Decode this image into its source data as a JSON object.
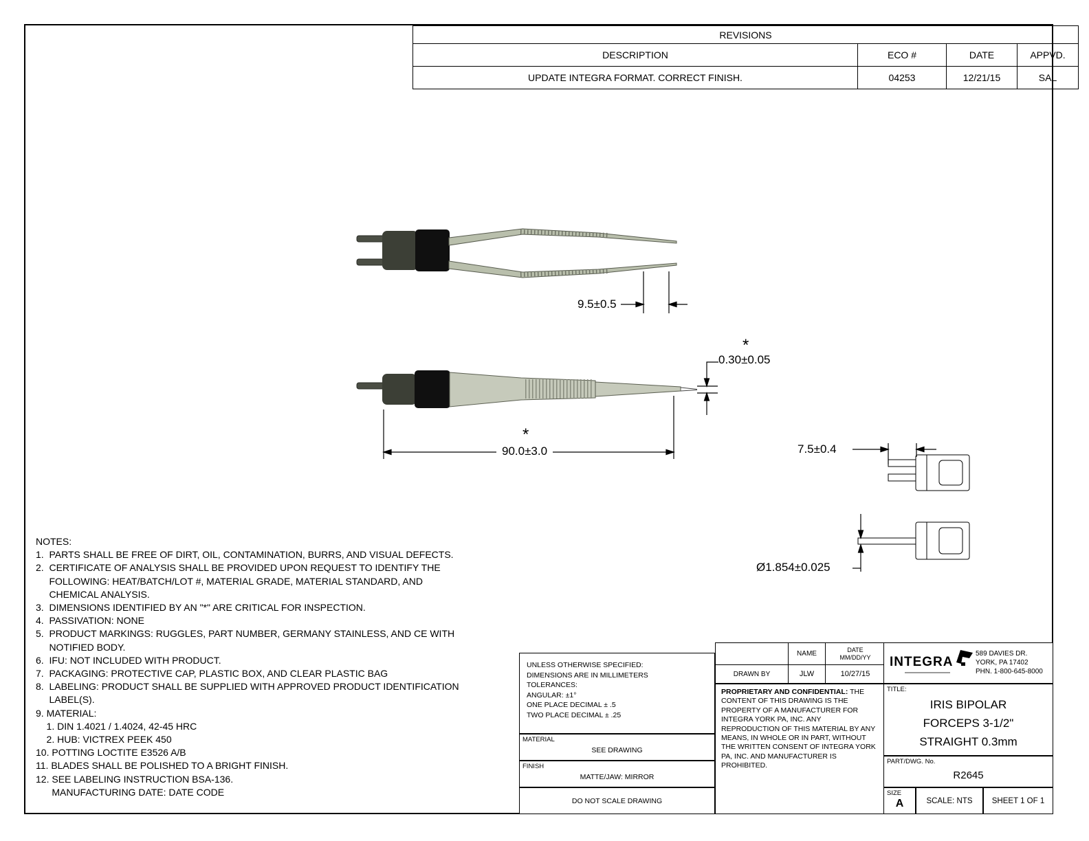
{
  "revisions": {
    "title": "REVISIONS",
    "col_description": "DESCRIPTION",
    "col_eco": "ECO #",
    "col_date": "DATE",
    "col_appvd": "APPVD.",
    "row": {
      "description": "UPDATE INTEGRA FORMAT. CORRECT FINISH.",
      "eco": "04253",
      "date": "12/21/15",
      "appvd": "SAL"
    }
  },
  "dimensions": {
    "tip_length": "9.5±0.5",
    "tip_thickness": "0.30±0.05",
    "overall_length": "90.0±3.0",
    "connector_pin_length": "7.5±0.4",
    "pin_diameter": "Ø1.854±0.025",
    "critical_marker": "*"
  },
  "notes": {
    "lines": [
      "NOTES:",
      "1.  PARTS SHALL BE FREE OF DIRT, OIL, CONTAMINATION, BURRS, AND VISUAL DEFECTS.",
      "2.  CERTIFICATE OF ANALYSIS SHALL BE PROVIDED UPON REQUEST TO IDENTIFY THE",
      "     FOLLOWING: HEAT/BATCH/LOT #, MATERIAL GRADE, MATERIAL STANDARD, AND",
      "     CHEMICAL ANALYSIS.",
      "3.  DIMENSIONS IDENTIFIED BY AN \"*\" ARE CRITICAL FOR INSPECTION.",
      "4.  PASSIVATION: NONE",
      "5.  PRODUCT MARKINGS: RUGGLES, PART NUMBER, GERMANY STAINLESS, AND CE WITH",
      "     NOTIFIED BODY.",
      "6.  IFU: NOT INCLUDED WITH PRODUCT.",
      "7.  PACKAGING: PROTECTIVE CAP, PLASTIC BOX, AND CLEAR PLASTIC BAG",
      "8.  LABELING: PRODUCT SHALL BE SUPPLIED WITH APPROVED PRODUCT IDENTIFICATION",
      "     LABEL(S).",
      "9. MATERIAL:",
      "    1. DIN 1.4021 / 1.4024, 42-45 HRC",
      "    2. HUB: VICTREX PEEK 450",
      "10. POTTING LOCTITE E3526 A/B",
      "11. BLADES SHALL BE POLISHED TO A BRIGHT FINISH.",
      "12. SEE LABELING INSTRUCTION BSA-136.",
      "      MANUFACTURING DATE: DATE CODE"
    ]
  },
  "title_block": {
    "tolerances": {
      "lines": [
        "UNLESS OTHERWISE SPECIFIED:",
        "DIMENSIONS ARE IN MILLIMETERS",
        "TOLERANCES:",
        "ANGULAR: ±1°",
        "ONE PLACE DECIMAL ± .5",
        "TWO PLACE DECIMAL ± .25"
      ]
    },
    "material_label": "MATERIAL",
    "material_value": "SEE DRAWING",
    "finish_label": "FINISH",
    "finish_value": "MATTE/JAW: MIRROR",
    "do_not_scale": "DO NOT SCALE DRAWING",
    "approval": {
      "name_header": "NAME",
      "date_header_1": "DATE",
      "date_header_2": "MM/DD/YY",
      "drawn_by_label": "DRAWN BY",
      "drawn_by_name": "JLW",
      "drawn_by_date": "10/27/15"
    },
    "proprietary": {
      "heading": "PROPRIETARY AND CONFIDENTIAL:",
      "body": "THE CONTENT OF THIS DRAWING IS THE PROPERTY OF A MANUFACTURER FOR INTEGRA YORK PA, INC. ANY REPRODUCTION OF THIS MATERIAL BY ANY MEANS, IN WHOLE OR IN PART, WITHOUT THE WRITTEN CONSENT OF INTEGRA YORK PA, INC. AND MANUFACTURER IS PROHIBITED."
    },
    "company": {
      "logo": "INTEGRA",
      "address_1": "589 DAVIES DR.",
      "address_2": "YORK, PA 17402",
      "address_3": "PHN. 1-800-645-8000"
    },
    "title_label": "TITLE:",
    "title_line_1": "IRIS BIPOLAR",
    "title_line_2": "FORCEPS 3-1/2\"",
    "title_line_3": "STRAIGHT 0.3mm",
    "part_label": "PART/DWG. No.",
    "part_number": "R2645",
    "size_label": "SIZE",
    "size_value": "A",
    "scale": "SCALE: NTS",
    "sheet": "SHEET 1 OF 1"
  }
}
